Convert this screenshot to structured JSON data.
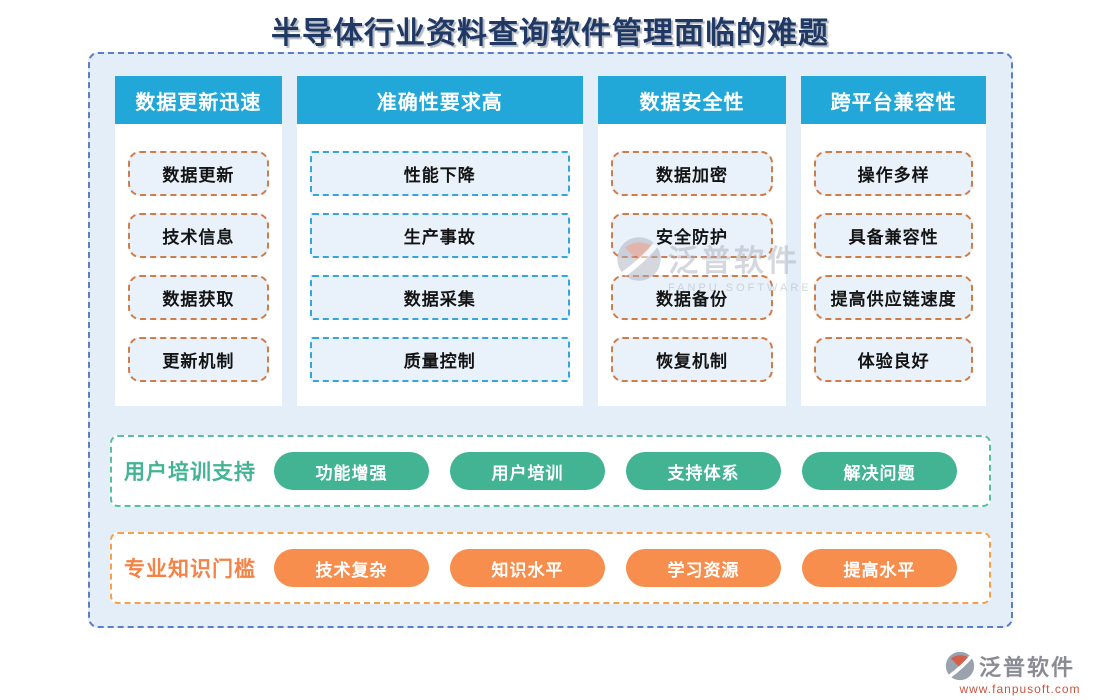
{
  "title": "半导体行业资料查询软件管理面临的难题",
  "columns": [
    {
      "header": "数据更新迅速",
      "items": [
        "数据更新",
        "技术信息",
        "数据获取",
        "更新机制"
      ]
    },
    {
      "header": "准确性要求高",
      "items": [
        "性能下降",
        "生产事故",
        "数据采集",
        "质量控制"
      ]
    },
    {
      "header": "数据安全性",
      "items": [
        "数据加密",
        "安全防护",
        "数据备份",
        "恢复机制"
      ]
    },
    {
      "header": "跨平台兼容性",
      "items": [
        "操作多样",
        "具备兼容性",
        "提高供应链速度",
        "体验良好"
      ]
    }
  ],
  "bands": [
    {
      "label": "用户培训支持",
      "pills": [
        "功能增强",
        "用户培训",
        "支持体系",
        "解决问题"
      ]
    },
    {
      "label": "专业知识门槛",
      "pills": [
        "技术复杂",
        "知识水平",
        "学习资源",
        "提高水平"
      ]
    }
  ],
  "watermark": {
    "name": "泛普软件",
    "subtitle": "FANPU SOFTWARE"
  },
  "footer_logo": {
    "name": "泛普软件",
    "url": "www.fanpusoft.com"
  },
  "colors": {
    "title_color": "#1f3864",
    "board_bg": "#e4eef9",
    "board_border": "#5b7ec9",
    "header_bg": "#21a8d8",
    "item_bg": "#e9f1fb",
    "item_border_orange": "#cf7c46",
    "item_border_blue": "#36a6da",
    "green": "#42b493",
    "green_border": "#57bf9e",
    "orange": "#f78e4d",
    "orange_label": "#f58345",
    "orange_border": "#f6a04e",
    "watermark_gray": "#aab1bd",
    "logo_gray": "#8b8b95",
    "logo_red": "#c9553e"
  }
}
